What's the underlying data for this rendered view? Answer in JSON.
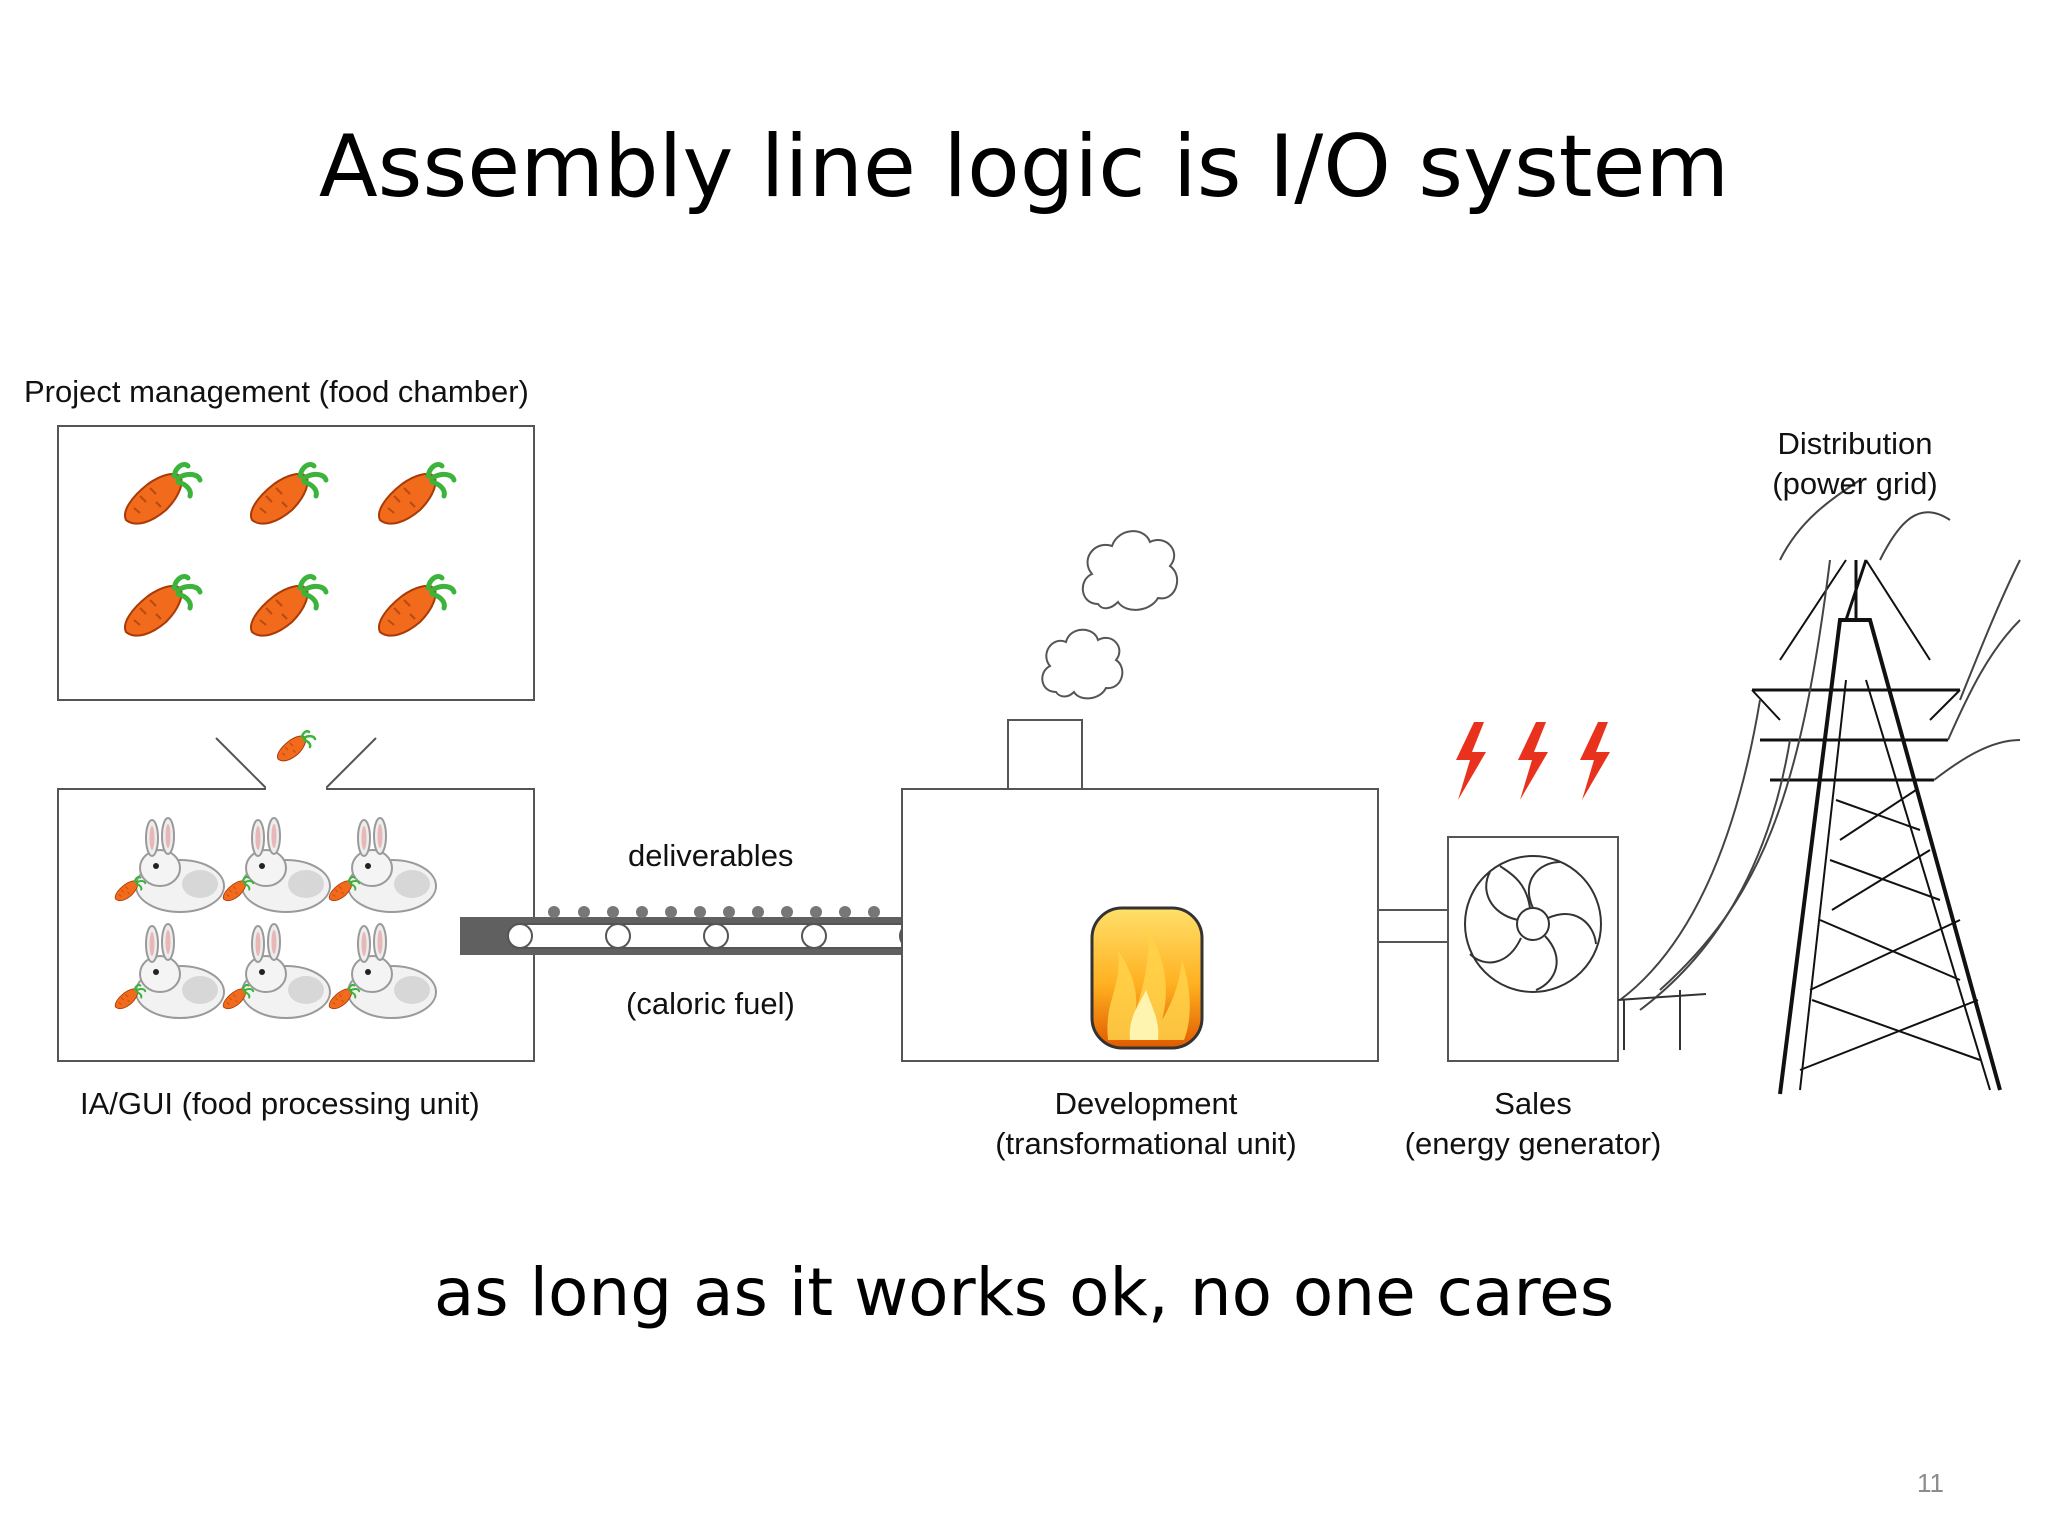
{
  "slide": {
    "title": "Assembly line logic is I/O system",
    "caption": "as long as it works ok, no one cares",
    "page_number": "11"
  },
  "labels": {
    "project_management": "Project management (food chamber)",
    "ia_gui": "IA/GUI (food processing unit)",
    "deliverables": "deliverables",
    "caloric_fuel": "(caloric fuel)",
    "development_line1": "Development",
    "development_line2": "(transformational unit)",
    "sales_line1": "Sales",
    "sales_line2": "(energy generator)",
    "distribution_line1": "Distribution",
    "distribution_line2": "(power grid)"
  },
  "icons": {
    "carrot": "carrot-icon",
    "rabbit": "rabbit-icon",
    "fire": "fire-icon",
    "lightning": "lightning-bolt-icon",
    "fan": "fan-icon",
    "smoke": "smoke-cloud-icon",
    "pylon": "power-pylon-icon"
  },
  "colors": {
    "carrot": "#f26a1b",
    "leaf": "#3cb43c",
    "bolt": "#e8321e",
    "fire": "#f59a12",
    "belt": "#606060"
  }
}
